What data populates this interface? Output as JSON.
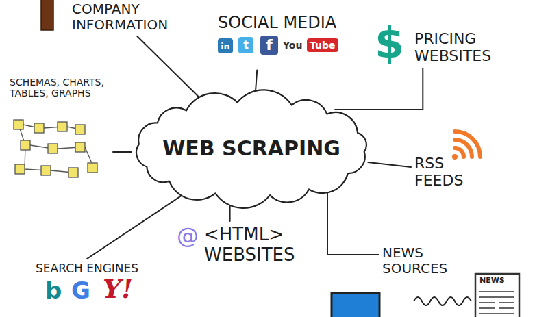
{
  "diagram": {
    "nodes": [
      {
        "text": [
          "COMPANY INFORMATION"
        ]
      },
      {
        "text": [
          "SOCIAL MEDIA"
        ]
      },
      {
        "text": [
          "PRICING WEBSITES"
        ]
      },
      {
        "text": [
          "SCHEMAS, CHARTS, TABLES, GRAPHS"
        ]
      },
      {
        "text": [
          "WEB SCRAPING"
        ]
      },
      {
        "text": [
          "RSS FEEDS"
        ]
      },
      {
        "text": [
          "SEARCH ENGINES"
        ]
      },
      {
        "text": [
          "<HTML> WEBSITES"
        ]
      },
      {
        "text": [
          "NEWS SOURCES"
        ]
      }
    ],
    "edges": [
      {
        "from": 4,
        "to": 0,
        "arrow": "none"
      },
      {
        "from": 4,
        "to": 1,
        "arrow": "none"
      },
      {
        "from": 4,
        "to": 2,
        "arrow": "none"
      },
      {
        "from": 4,
        "to": 3,
        "arrow": "none"
      },
      {
        "from": 4,
        "to": 5,
        "arrow": "none"
      },
      {
        "from": 4,
        "to": 6,
        "arrow": "none"
      },
      {
        "from": 4,
        "to": 7,
        "arrow": "none"
      },
      {
        "from": 4,
        "to": 8,
        "arrow": "none"
      }
    ],
    "labels": [
      "in",
      "t",
      "f",
      "You",
      "Tube",
      "$",
      "@",
      "b",
      "G",
      "Y!",
      "NEWS"
    ]
  }
}
